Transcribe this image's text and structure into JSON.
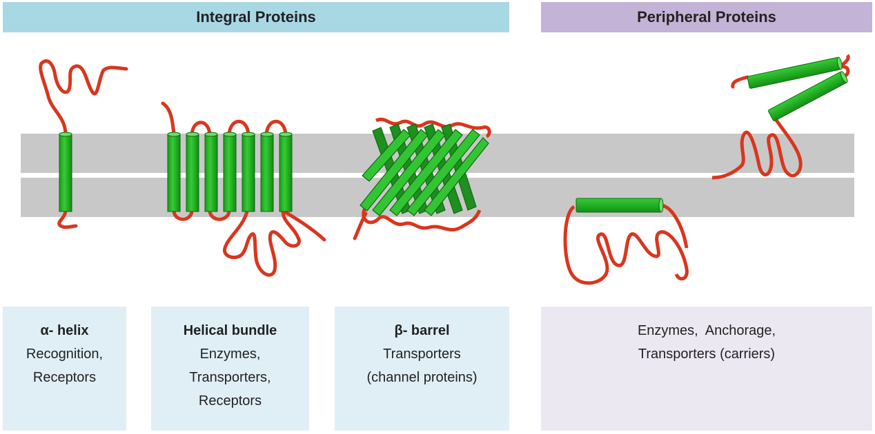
{
  "headers": {
    "integral": "Integral Proteins",
    "peripheral": "Peripheral Proteins"
  },
  "boxes": {
    "alpha": {
      "title": "α- helix",
      "lines": [
        "Recognition,",
        "Receptors"
      ]
    },
    "bundle": {
      "title": "Helical bundle",
      "lines": [
        "Enzymes,",
        "Transporters,",
        "Receptors"
      ]
    },
    "beta": {
      "title": "β- barrel",
      "lines": [
        "Transporters",
        "(channel proteins)"
      ]
    },
    "periph": {
      "title": "",
      "lines": [
        "Enzymes,  Anchorage,",
        "Transporters (carriers)"
      ]
    }
  },
  "colors": {
    "integral_header": "#a8d8e4",
    "peripheral_header": "#c3b3d6",
    "integral_box": "#e0eff5",
    "peripheral_box": "#ece8f2",
    "membrane": "#c8c8c8",
    "helix": "#22b922",
    "helix_outline": "#0e6a0e",
    "loop": "#d9361e"
  },
  "icons": [
    "alpha-helix-protein-icon",
    "helical-bundle-protein-icon",
    "beta-barrel-protein-icon",
    "peripheral-protein-icon"
  ]
}
